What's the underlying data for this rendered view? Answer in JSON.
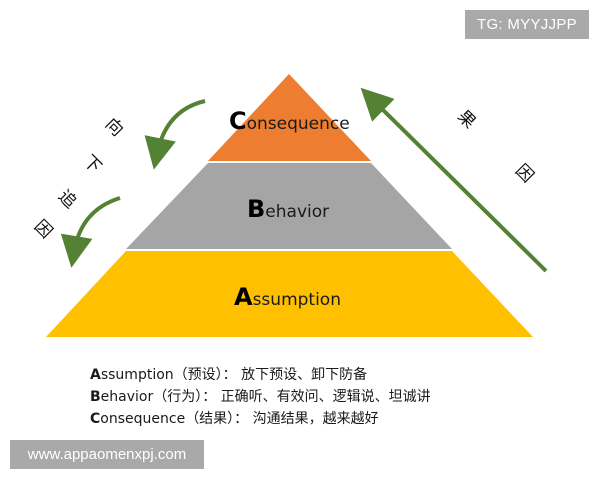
{
  "watermarks": {
    "top_right": "TG: MYYJJPP",
    "bottom_left": "www.appaomenxpj.com"
  },
  "pyramid": {
    "layers": [
      {
        "key": "consequence",
        "initial": "C",
        "rest": "onsequence",
        "color": "#ed7d31"
      },
      {
        "key": "behavior",
        "initial": "B",
        "rest": "ehavior",
        "color": "#a5a5a5"
      },
      {
        "key": "assumption",
        "initial": "A",
        "rest": "ssumption",
        "color": "#ffc000"
      }
    ]
  },
  "left_annotation": {
    "chars": [
      "向",
      "下",
      "追",
      "因"
    ],
    "arrow_color": "#548235"
  },
  "right_annotation": {
    "chars": [
      "果",
      "因"
    ],
    "arrow_color": "#548235"
  },
  "legend": [
    {
      "initial": "A",
      "rest": "ssumption",
      "text": "（预设）：  放下预设、卸下防备"
    },
    {
      "initial": "B",
      "rest": "ehavior",
      "text": "（行为）：  正确听、有效问、逻辑说、坦诚讲"
    },
    {
      "initial": "C",
      "rest": "onsequence",
      "text": "（结果）：  沟通结果，越来越好"
    }
  ]
}
